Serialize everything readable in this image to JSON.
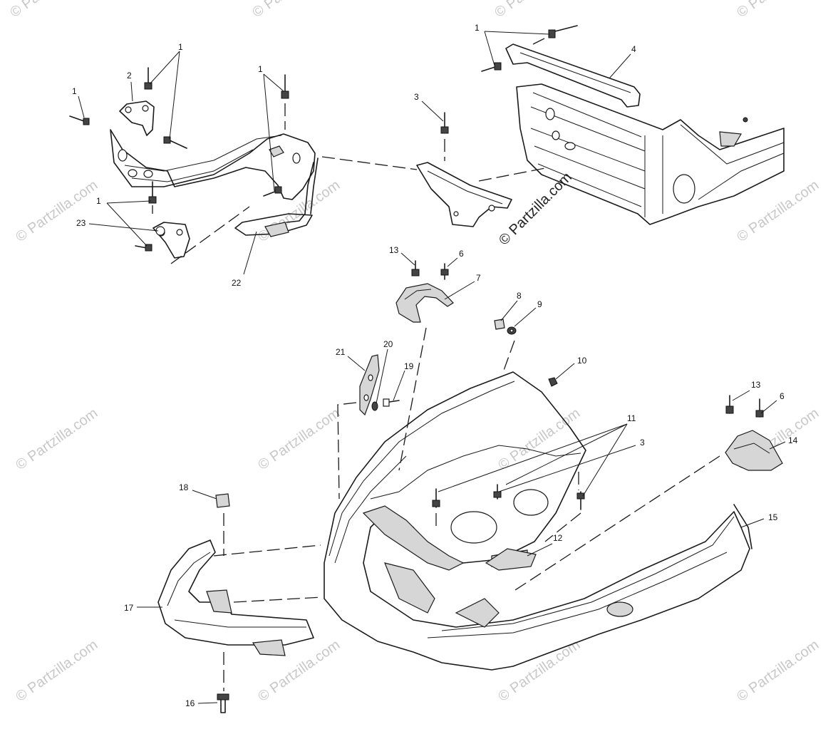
{
  "watermark": {
    "text": "© Partzilla.com",
    "center_text": "© Partzilla.com"
  },
  "callouts": [
    {
      "id": "c1a",
      "label": "1"
    },
    {
      "id": "c1b",
      "label": "1"
    },
    {
      "id": "c1c",
      "label": "1"
    },
    {
      "id": "c1d",
      "label": "1"
    },
    {
      "id": "c1e",
      "label": "1"
    },
    {
      "id": "c2",
      "label": "2"
    },
    {
      "id": "c3a",
      "label": "3"
    },
    {
      "id": "c3b",
      "label": "3"
    },
    {
      "id": "c4",
      "label": "4"
    },
    {
      "id": "c6a",
      "label": "6"
    },
    {
      "id": "c6b",
      "label": "6"
    },
    {
      "id": "c7",
      "label": "7"
    },
    {
      "id": "c8",
      "label": "8"
    },
    {
      "id": "c9",
      "label": "9"
    },
    {
      "id": "c10",
      "label": "10"
    },
    {
      "id": "c11",
      "label": "11"
    },
    {
      "id": "c12",
      "label": "12"
    },
    {
      "id": "c13a",
      "label": "13"
    },
    {
      "id": "c13b",
      "label": "13"
    },
    {
      "id": "c14",
      "label": "14"
    },
    {
      "id": "c15",
      "label": "15"
    },
    {
      "id": "c16",
      "label": "16"
    },
    {
      "id": "c17",
      "label": "17"
    },
    {
      "id": "c18",
      "label": "18"
    },
    {
      "id": "c19",
      "label": "19"
    },
    {
      "id": "c20",
      "label": "20"
    },
    {
      "id": "c21",
      "label": "21"
    },
    {
      "id": "c22",
      "label": "22"
    },
    {
      "id": "c23",
      "label": "23"
    }
  ]
}
